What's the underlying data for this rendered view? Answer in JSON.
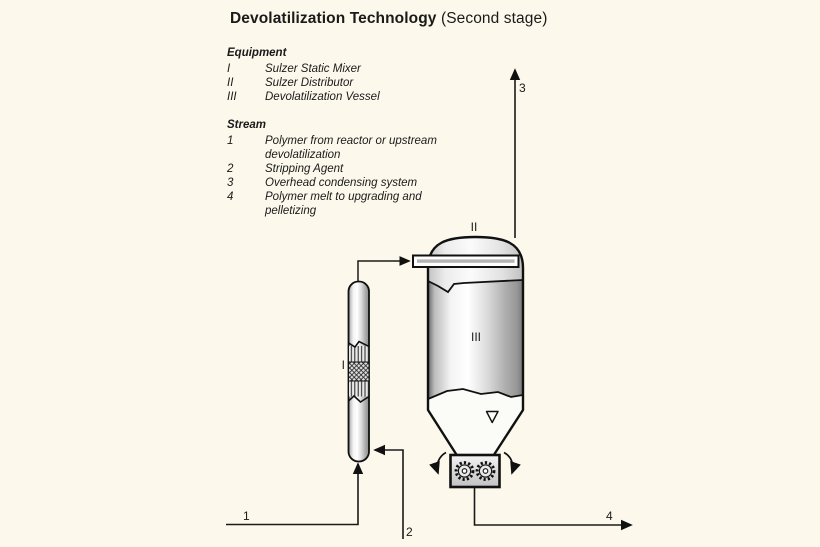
{
  "title": {
    "main": "Devolatilization Technology",
    "suffix": " (Second stage)"
  },
  "legend": {
    "equipment": {
      "heading": "Equipment",
      "items": [
        {
          "code": "I",
          "label": "Sulzer Static Mixer"
        },
        {
          "code": "II",
          "label": "Sulzer Distributor"
        },
        {
          "code": "III",
          "label": "Devolatilization Vessel"
        }
      ]
    },
    "stream": {
      "heading": "Stream",
      "items": [
        {
          "code": "1",
          "label": "Polymer from reactor or upstream devolatilization"
        },
        {
          "code": "2",
          "label": "Stripping Agent"
        },
        {
          "code": "3",
          "label": "Overhead condensing system"
        },
        {
          "code": "4",
          "label": "Polymer melt to upgrading and pelletizing"
        }
      ]
    }
  },
  "diagram": {
    "equipment_labels": {
      "mixer": "I",
      "distributor": "II",
      "vessel": "III"
    },
    "stream_labels": {
      "s1": "1",
      "s2": "2",
      "s3": "3",
      "s4": "4"
    }
  },
  "colors": {
    "background": "#FCF8EB",
    "line": "#1a1a1a"
  }
}
